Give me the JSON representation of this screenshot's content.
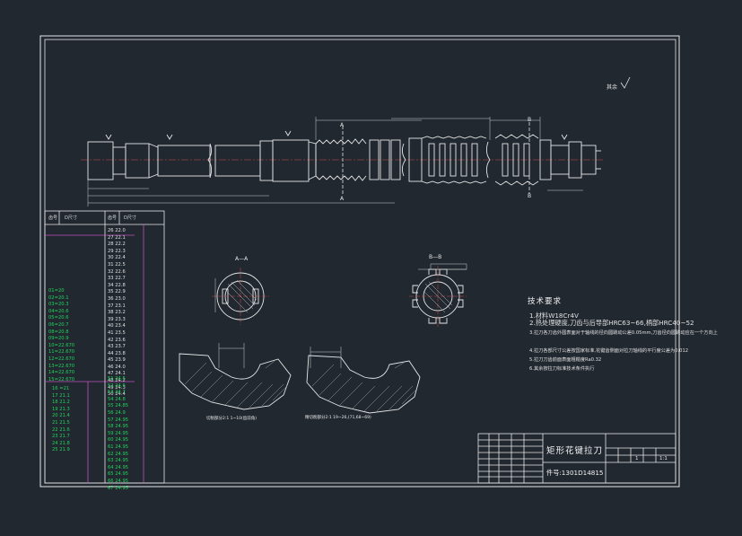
{
  "drawing": {
    "roughness_mark": "其余",
    "section_a_label": "A—A",
    "section_b_label": "B—B",
    "marker_a": "A",
    "marker_b": "B"
  },
  "teeth_table": {
    "header": [
      "齿号",
      "D尺寸",
      "齿号",
      "D尺寸"
    ],
    "left_green": [
      "01=20",
      "02=20.1",
      "03=20.3",
      "04=20.6",
      "05=20.6",
      "06=20.7",
      "08=20.8",
      "09=20.9",
      "10=22.670",
      "11=22.670",
      "12=22.670",
      "13=22.670",
      "14=22.670",
      "15=22.670"
    ],
    "left_green_bottom": [
      "16 =21",
      "17 21.1",
      "18 21.2",
      "19 21.3",
      "20 21.4",
      "21 21.5",
      "22 21.6",
      "23 21.7",
      "24 21.8",
      "25 21.9"
    ],
    "right_white": [
      "26 22.0",
      "27 22.1",
      "28 22.2",
      "29 22.3",
      "30 22.4",
      "31 22.5",
      "32 22.6",
      "33 22.7",
      "34 22.8",
      "35 22.9",
      "36 23.0",
      "37 23.1",
      "38 23.2",
      "39 23.3",
      "40 23.4",
      "41 23.5",
      "42 23.6",
      "43 23.7",
      "44 23.8",
      "45 23.9",
      "46 24.0",
      "47 24.1",
      "48 24.2",
      "49 24.3",
      "50 24.4"
    ],
    "right_green": [
      "51 24.5",
      "52 24.6",
      "53 24.7",
      "54 24.8",
      "55 24.85",
      "56 24.9",
      "57 24.95",
      "58 24.95",
      "59 24.95",
      "60 24.95",
      "61 24.95",
      "62 24.95",
      "63 24.95",
      "64 24.95",
      "65 24.95",
      "66 24.95",
      "67 24.95"
    ]
  },
  "tech_requirements": {
    "title": "技术要求",
    "items": [
      "1.材料W18Cr4V",
      "2.热处理硬度,刀齿与后导部HRC63~66,柄部HRC40~52",
      "3.拉刀各刀齿外圆表面对于轴线的径向圆跳动公差0.05mm,刀齿径向圆跳动应在一个方向上",
      "4.拉刀各部尺寸公差按国家标准,花键齿侧面对拉刀轴线的平行度公差为0.012",
      "5.拉刀刀齿前面表面粗糙度Ra0.32",
      "6.其余按拉刀标准技术条件执行"
    ]
  },
  "title_block": {
    "name": "矩形花键拉刀",
    "code": "件号:1301D14815",
    "scale": "1:1",
    "sheet": "1"
  },
  "captions": {
    "left_section": "切削部分2:1 1~10(齿前角)",
    "right_section": "精切削部分2:1 19~26,(71,68~69)"
  }
}
